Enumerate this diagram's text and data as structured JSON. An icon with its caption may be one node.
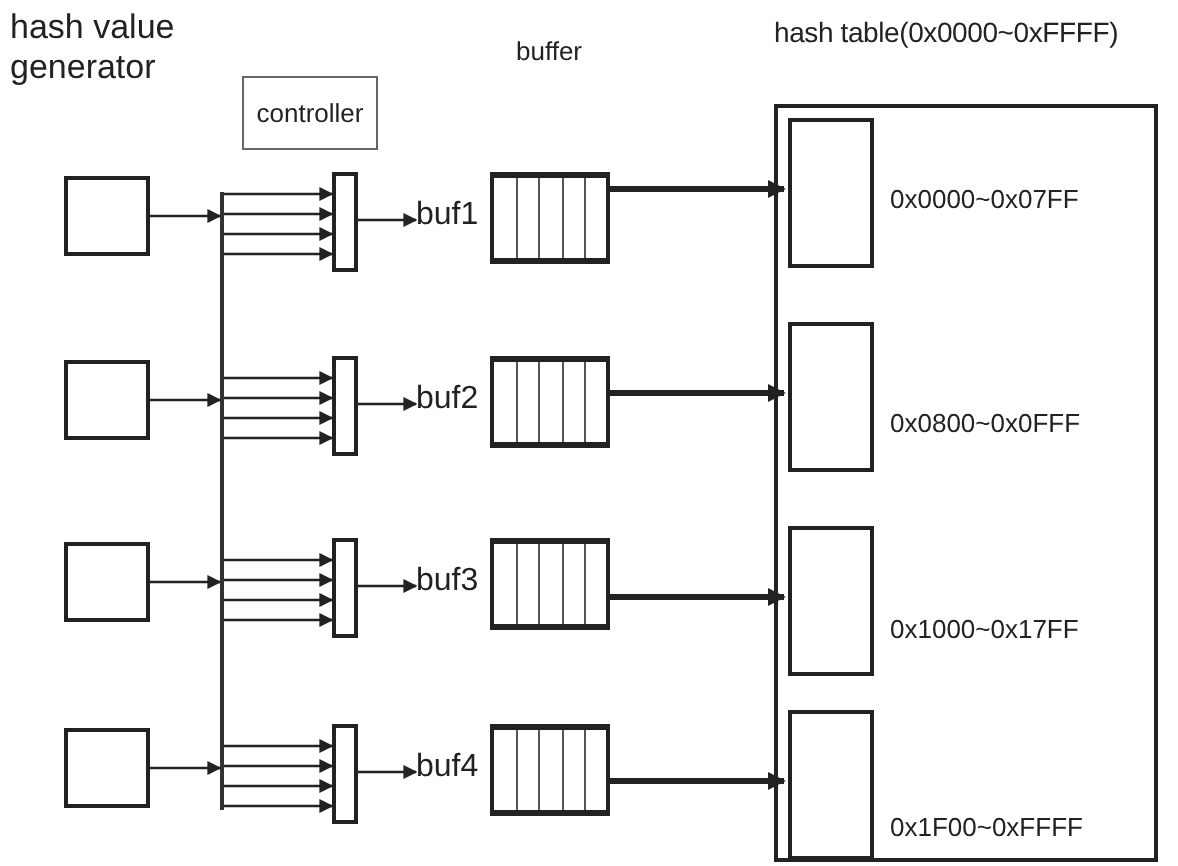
{
  "diagram": {
    "nodes": [
      {
        "text": [
          "controller"
        ]
      },
      {
        "text": [
          "hash table(0x0000~0xFFFF)"
        ]
      },
      {
        "text": [],
        "shape": "bar"
      },
      {
        "text": [],
        "shape": "box"
      },
      {
        "text": [],
        "shape": "box"
      },
      {
        "text": [
          "buf1"
        ]
      },
      {
        "text": [],
        "shape": "box"
      },
      {
        "text": [],
        "shape": "box",
        "in": 1,
        "beside": [
          "0x0000~0x07FF"
        ]
      },
      {
        "text": [],
        "shape": "box"
      },
      {
        "text": [],
        "shape": "box"
      },
      {
        "text": [
          "buf2"
        ]
      },
      {
        "text": [],
        "shape": "box"
      },
      {
        "text": [],
        "shape": "box",
        "in": 1,
        "beside": [
          "0x0800~0x0FFF"
        ]
      },
      {
        "text": [],
        "shape": "box"
      },
      {
        "text": [],
        "shape": "box"
      },
      {
        "text": [
          "buf3"
        ]
      },
      {
        "text": [],
        "shape": "box"
      },
      {
        "text": [],
        "shape": "box",
        "in": 1,
        "beside": [
          "0x1000~0x17FF"
        ]
      },
      {
        "text": [],
        "shape": "box"
      },
      {
        "text": [],
        "shape": "box"
      },
      {
        "text": [
          "buf4"
        ]
      },
      {
        "text": [],
        "shape": "box"
      },
      {
        "text": [],
        "shape": "box",
        "in": 1,
        "beside": [
          "0x1F00~0xFFFF"
        ]
      }
    ],
    "edges": [
      {
        "from": 3,
        "to": 2,
        "arrow": "to"
      },
      {
        "from": 2,
        "to": 4,
        "arrow": "to"
      },
      {
        "from": 2,
        "to": 4,
        "arrow": "to"
      },
      {
        "from": 2,
        "to": 4,
        "arrow": "to"
      },
      {
        "from": 2,
        "to": 4,
        "arrow": "to"
      },
      {
        "from": 4,
        "to": 5,
        "arrow": "to"
      },
      {
        "from": 6,
        "to": 7,
        "arrow": "to",
        "style": "thick"
      },
      {
        "from": 8,
        "to": 2,
        "arrow": "to"
      },
      {
        "from": 2,
        "to": 9,
        "arrow": "to"
      },
      {
        "from": 2,
        "to": 9,
        "arrow": "to"
      },
      {
        "from": 2,
        "to": 9,
        "arrow": "to"
      },
      {
        "from": 2,
        "to": 9,
        "arrow": "to"
      },
      {
        "from": 9,
        "to": 10,
        "arrow": "to"
      },
      {
        "from": 11,
        "to": 12,
        "arrow": "to",
        "style": "thick"
      },
      {
        "from": 13,
        "to": 2,
        "arrow": "to"
      },
      {
        "from": 2,
        "to": 14,
        "arrow": "to"
      },
      {
        "from": 2,
        "to": 14,
        "arrow": "to"
      },
      {
        "from": 2,
        "to": 14,
        "arrow": "to"
      },
      {
        "from": 2,
        "to": 14,
        "arrow": "to"
      },
      {
        "from": 14,
        "to": 15,
        "arrow": "to"
      },
      {
        "from": 16,
        "to": 17,
        "arrow": "to",
        "style": "thick"
      },
      {
        "from": 18,
        "to": 2,
        "arrow": "to"
      },
      {
        "from": 2,
        "to": 19,
        "arrow": "to"
      },
      {
        "from": 2,
        "to": 19,
        "arrow": "to"
      },
      {
        "from": 2,
        "to": 19,
        "arrow": "to"
      },
      {
        "from": 2,
        "to": 19,
        "arrow": "to"
      },
      {
        "from": 19,
        "to": 20,
        "arrow": "to"
      },
      {
        "from": 21,
        "to": 22,
        "arrow": "to",
        "style": "thick"
      }
    ],
    "labels": [
      "hash value generator",
      "buffer"
    ]
  }
}
